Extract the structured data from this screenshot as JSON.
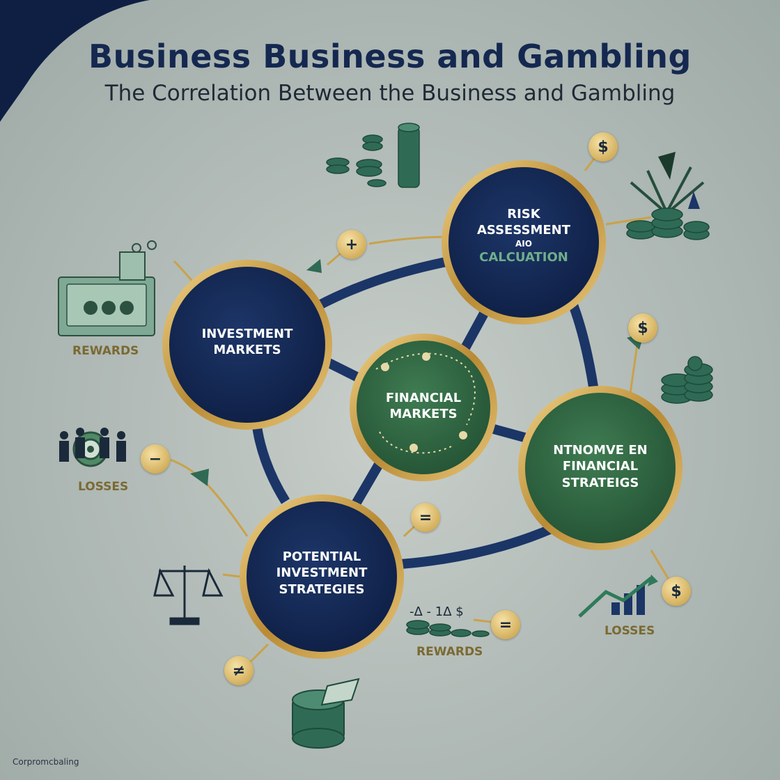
{
  "header": {
    "title": "Business Business and Gambling",
    "subtitle": "The Correlation Between the Business and Gambling"
  },
  "nodes": {
    "risk": {
      "line1": "RISK",
      "line2": "ASSESSMENT",
      "line3": "AIO",
      "line4": "CALCUATION"
    },
    "investment_markets": {
      "line1": "INVESTMENT",
      "line2": "MARKETS"
    },
    "financial_markets": {
      "line1": "FINANCIAL",
      "line2": "MARKETS"
    },
    "innovative": {
      "line1": "NTNOMVE EN",
      "line2": "FINANCIAL",
      "line3": "STRATEIGS"
    },
    "potential": {
      "line1": "POTENTIAL",
      "line2": "INVESTMENT",
      "line3": "STRATEGIES"
    }
  },
  "side_labels": {
    "rewards_left": "REWARDS",
    "losses_left": "LOSSES",
    "rewards_bottom": "REWARDS",
    "losses_right": "LOSSES",
    "small_values": "-Δ - 1Δ $"
  },
  "badges": {
    "top_right": "$",
    "top_mid": "+",
    "right_upper": "$",
    "left_mid": "−",
    "center_bottom": "=",
    "bottom_mid": "=",
    "bottom_left": "≠",
    "bottom_right": "$"
  },
  "footer": "Corpromcbaling",
  "colors": {
    "navy": "#142850",
    "green": "#2f6a45",
    "gold": "#c9a24a",
    "connector": "#1b3566"
  }
}
